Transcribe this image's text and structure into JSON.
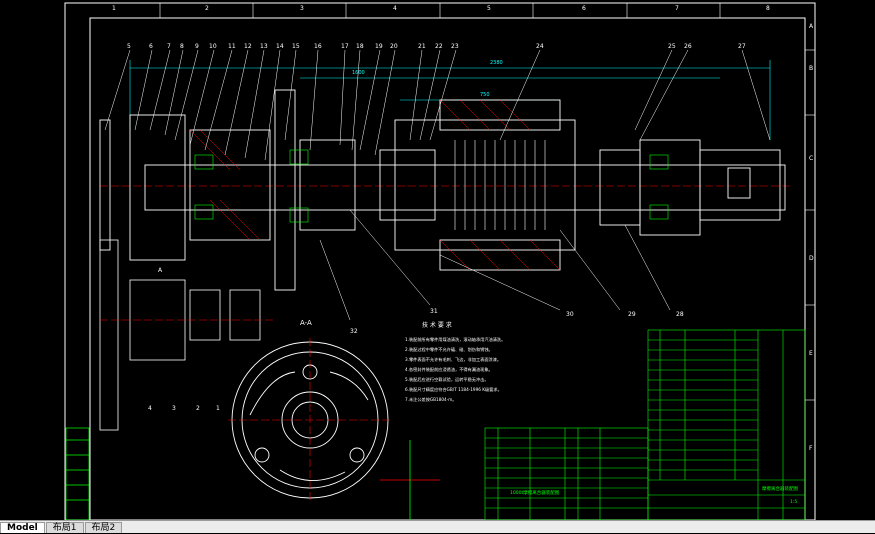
{
  "tabs": [
    {
      "label": "Model"
    },
    {
      "label": "布局1"
    },
    {
      "label": "布局2"
    }
  ],
  "zones_top": [
    "1",
    "2",
    "3",
    "4",
    "5",
    "6",
    "7",
    "8"
  ],
  "zones_side": [
    "A",
    "B",
    "C",
    "D",
    "E",
    "F"
  ],
  "balloons": [
    "5",
    "6",
    "7",
    "8",
    "9",
    "10",
    "11",
    "12",
    "13",
    "14",
    "15",
    "16",
    "17",
    "18",
    "19",
    "20",
    "21",
    "22",
    "23",
    "24",
    "25",
    "26",
    "27"
  ],
  "lower_balloons": [
    "32",
    "31",
    "30",
    "29",
    "28"
  ],
  "left_balloons": [
    "4",
    "3",
    "2",
    "1"
  ],
  "dims": {
    "overall": "2380",
    "middle": "1600",
    "inner": "750"
  },
  "section_label": "A-A",
  "marker_a": "A",
  "notes": {
    "title": "技 术 要 求",
    "lines": [
      "1.装配前所有零件用煤油清洗，滚动轴承用汽油清洗。",
      "2.装配过程中零件不允许磕、碰、划伤和锈蚀。",
      "3.零件表面不允许有毛刺、飞边，非加工表面涂漆。",
      "4.各密封件装配前应浸透油，不得有漏油现象。",
      "5.装配后应进行空载试验，运转平稳无冲击。",
      "6.装配尺寸精度应符合GB/T 1184-1996 K级要求。",
      "7.未注公差按GB1804-m。"
    ]
  },
  "right_table": {
    "title_block": "摩擦离合器装配图",
    "scale": "1:5"
  },
  "bottom_table": {
    "title": "1000t摩擦离合器装配图"
  }
}
